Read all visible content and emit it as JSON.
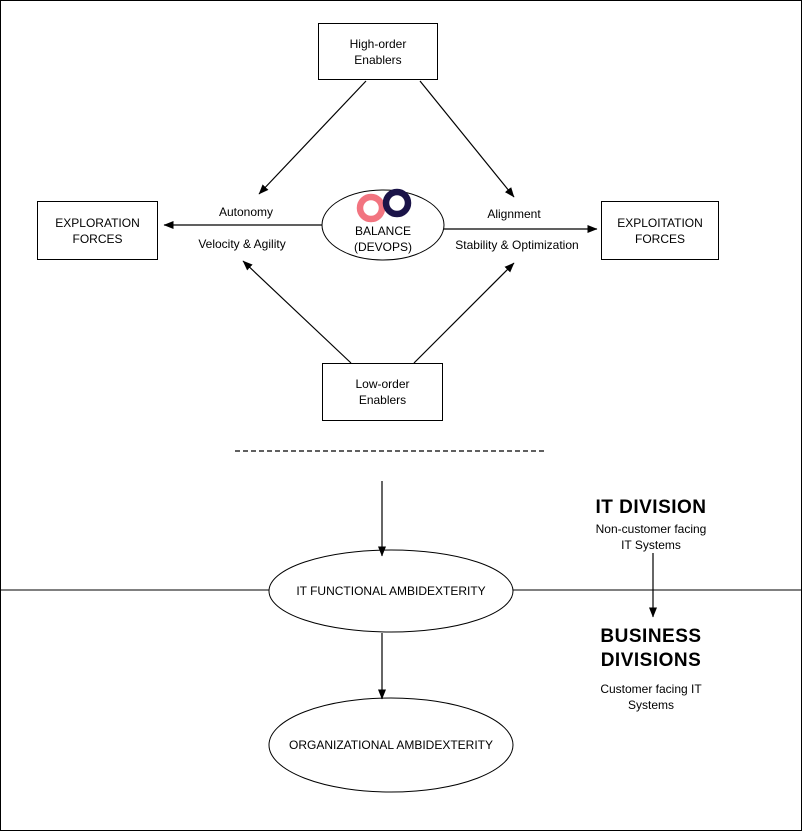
{
  "diagram": {
    "nodes": {
      "high_order": "High-order\nEnablers",
      "low_order": "Low-order\nEnablers",
      "exploration": "EXPLORATION\nFORCES",
      "exploitation": "EXPLOITATION\nFORCES",
      "balance": "BALANCE\n(DEVOPS)",
      "it_functional": "IT FUNCTIONAL AMBIDEXTERITY",
      "organizational": "ORGANIZATIONAL AMBIDEXTERITY"
    },
    "edge_labels": {
      "autonomy": "Autonomy",
      "velocity": "Velocity & Agility",
      "alignment": "Alignment",
      "stability": "Stability & Optimization"
    },
    "annotations": {
      "it_division_title": "IT DIVISION",
      "it_division_subtitle": "Non-customer facing\nIT Systems",
      "business_divisions_title": "BUSINESS\nDIVISIONS",
      "business_divisions_subtitle": "Customer facing IT\nSystems"
    },
    "colors": {
      "infinity_left": "#F27480",
      "infinity_right": "#1A1348",
      "line": "#000000"
    }
  }
}
